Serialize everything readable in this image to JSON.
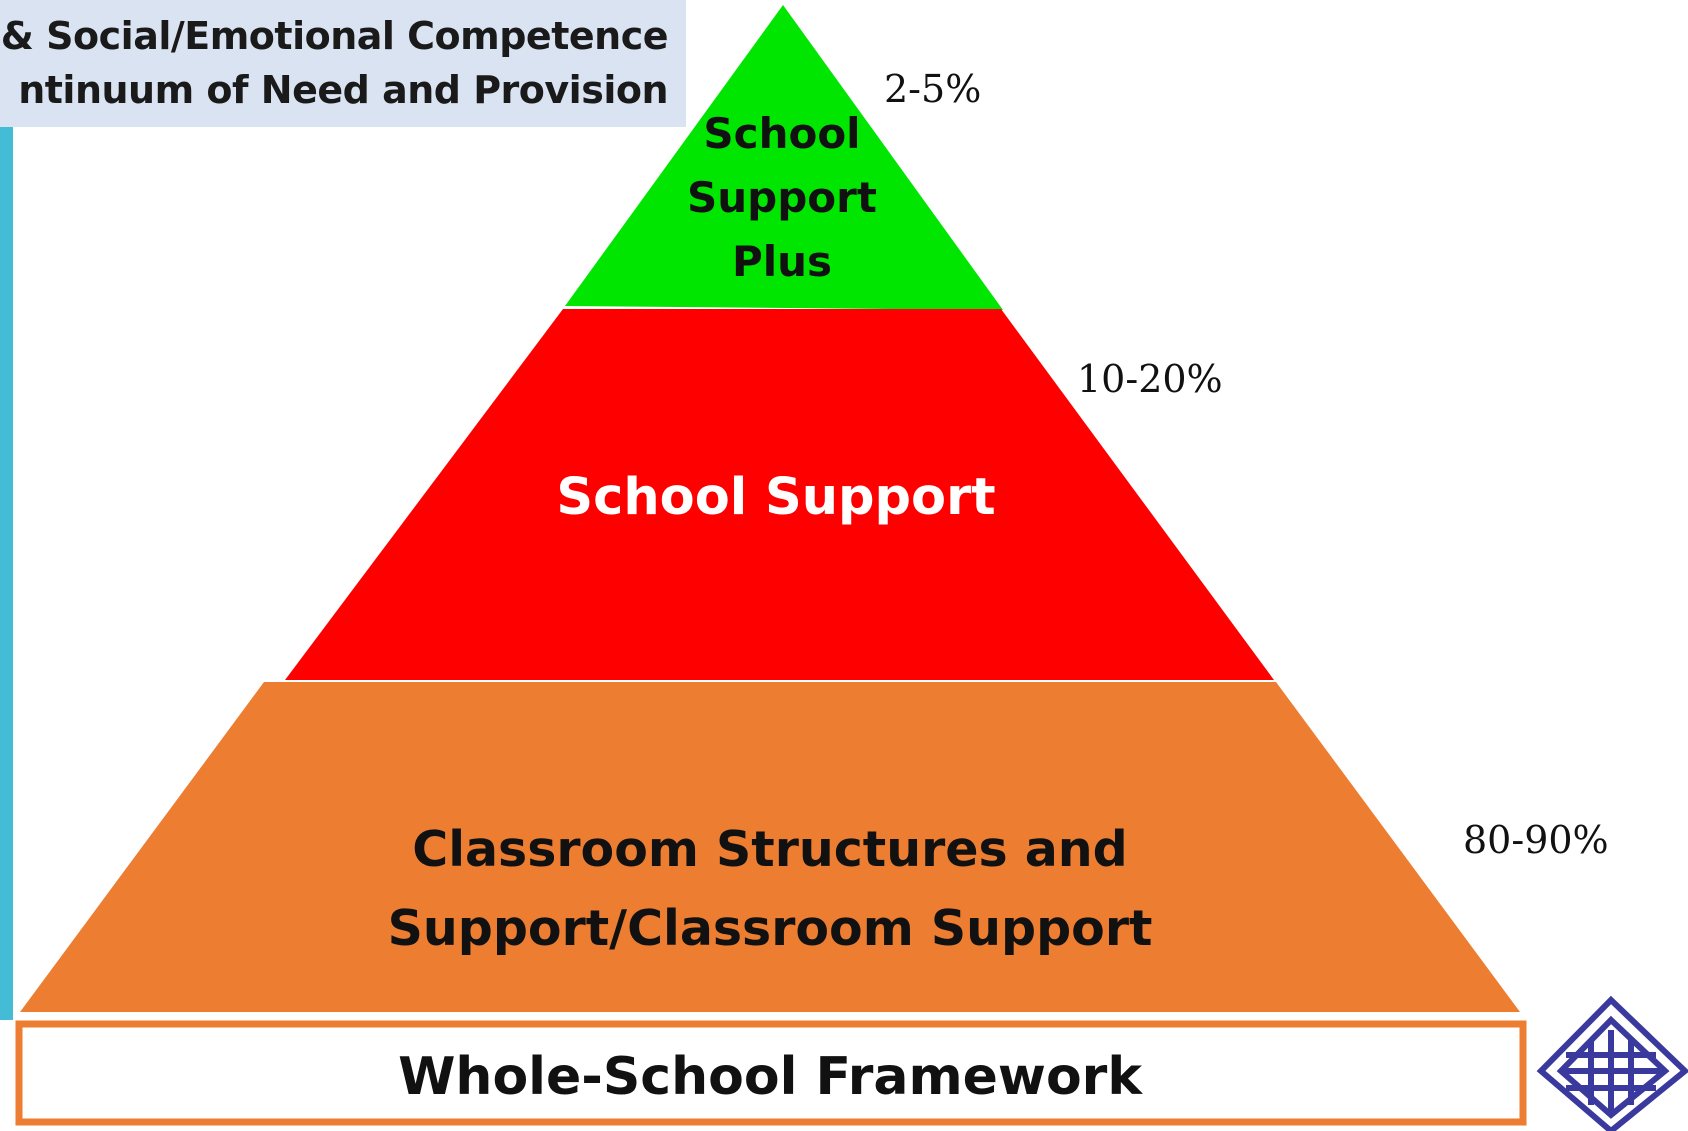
{
  "title": {
    "line1": "mic & Social/Emotional Competence",
    "line2": "ntinuum of Need and Provision"
  },
  "tiers": [
    {
      "id": "top",
      "lines": [
        "School",
        "Support",
        "Plus"
      ],
      "percentage": "2-5%",
      "color": "#00e600",
      "text_color": "#111111"
    },
    {
      "id": "middle",
      "lines": [
        "School Support"
      ],
      "percentage": "10-20%",
      "color": "#ff0000",
      "text_color": "#ffffff"
    },
    {
      "id": "bottom",
      "lines": [
        "Classroom Structures and",
        "Support/Classroom Support"
      ],
      "percentage": "80-90%",
      "color": "#ed7d31",
      "text_color": "#111111"
    }
  ],
  "base": {
    "label": "Whole-School Framework",
    "border_color": "#ed7d31"
  },
  "colors": {
    "title_background": "#d9e3f2",
    "side_bar": "#44bcd6",
    "logo": "#3a3a9e"
  },
  "logo": {
    "icon": "diamond-lattice-logo-icon"
  }
}
